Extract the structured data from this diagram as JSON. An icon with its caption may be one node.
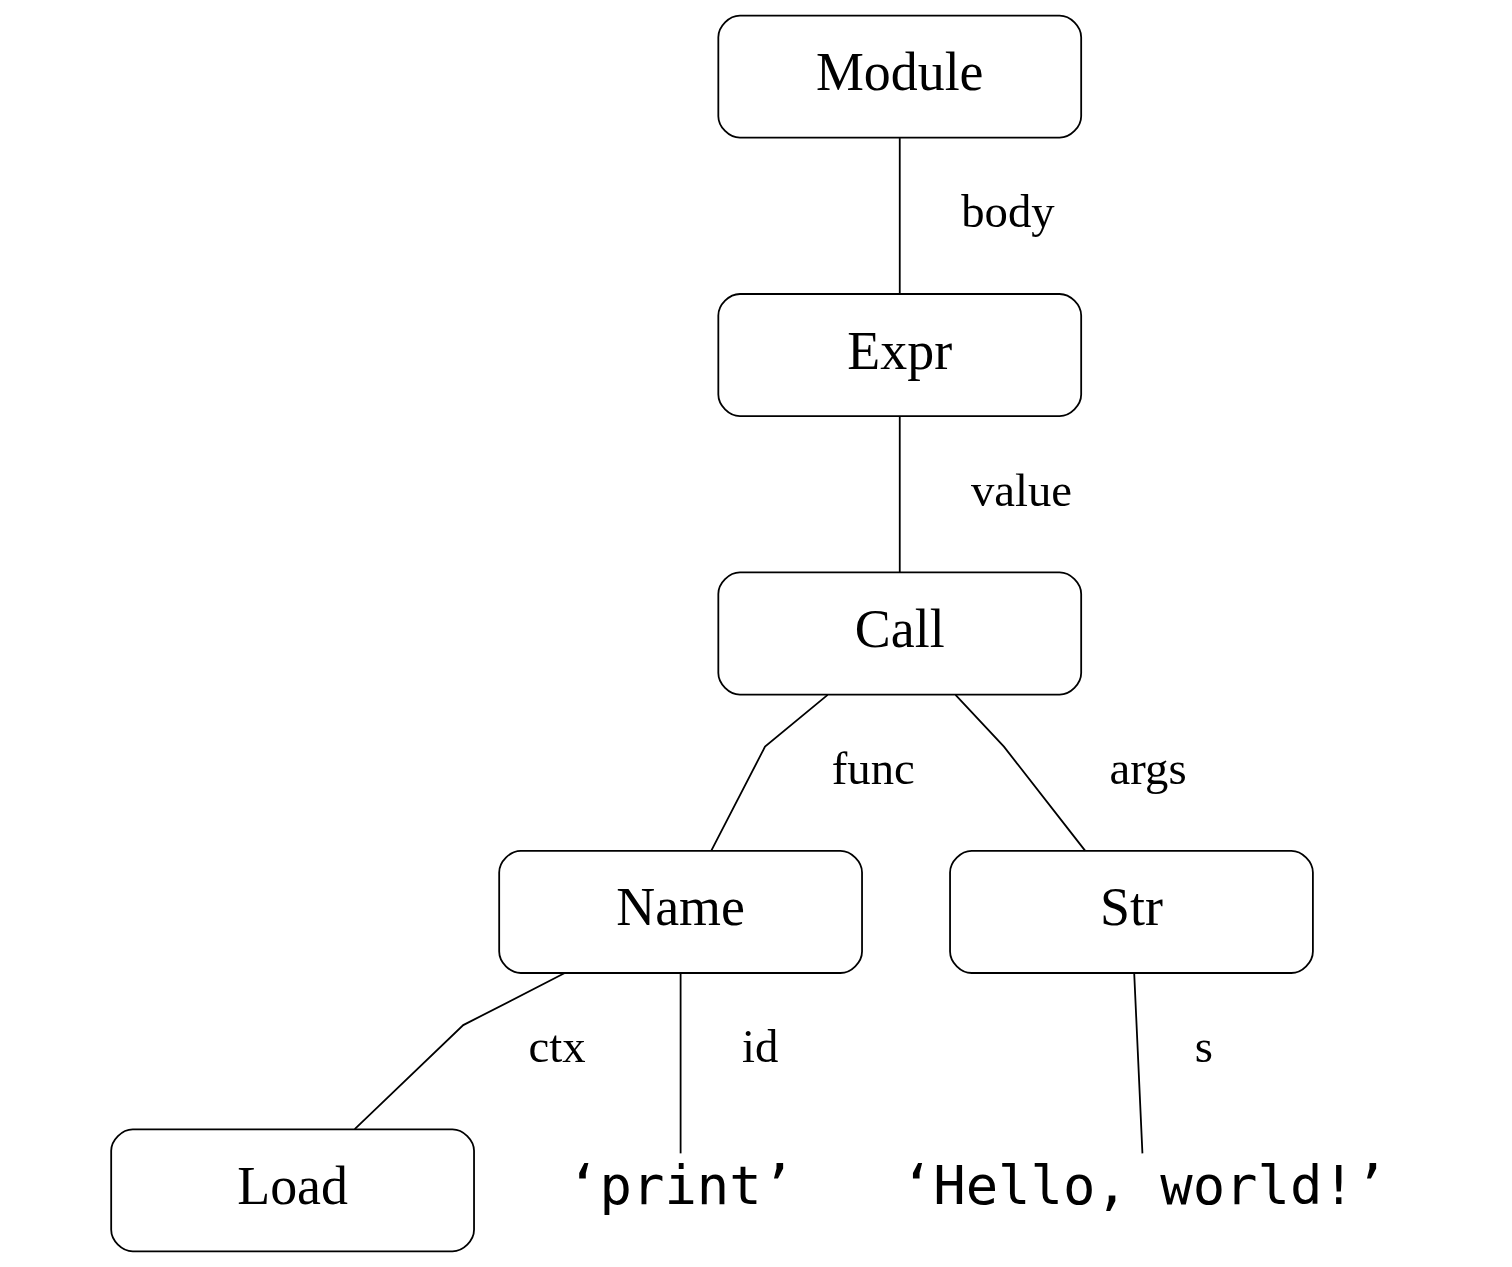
{
  "diagram": {
    "nodes": [
      {
        "text": [
          "Module"
        ]
      },
      {
        "text": [
          "Expr"
        ]
      },
      {
        "text": [
          "Call"
        ]
      },
      {
        "text": [
          "Name"
        ]
      },
      {
        "text": [
          "Str"
        ]
      },
      {
        "text": [
          "Load"
        ]
      },
      {
        "text": [
          "‘print’"
        ]
      },
      {
        "text": [
          "‘Hello, world!’"
        ]
      }
    ],
    "edges": [
      {
        "from": 0,
        "to": 1,
        "arrow": "none",
        "label": "body"
      },
      {
        "from": 1,
        "to": 2,
        "arrow": "none",
        "label": "value"
      },
      {
        "from": 2,
        "to": 3,
        "arrow": "none",
        "label": "func"
      },
      {
        "from": 2,
        "to": 4,
        "arrow": "none",
        "label": "args"
      },
      {
        "from": 3,
        "to": 5,
        "arrow": "none",
        "label": "ctx"
      },
      {
        "from": 3,
        "to": 6,
        "arrow": "none",
        "label": "id"
      },
      {
        "from": 4,
        "to": 7,
        "arrow": "none",
        "label": "s"
      }
    ]
  }
}
